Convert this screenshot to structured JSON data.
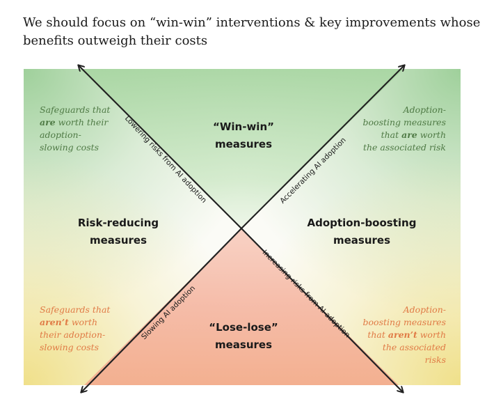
{
  "title": {
    "line1": "We should focus on “win-win” interventions & key improvements whose",
    "line2": "benefits outweigh their costs"
  },
  "quadrants": {
    "top": {
      "line1": "“Win-win”",
      "line2": "measures"
    },
    "left": {
      "line1": "Risk-reducing",
      "line2": "measures"
    },
    "right": {
      "line1": "Adoption-boosting",
      "line2": "measures"
    },
    "bottom": {
      "line1": "“Lose-lose”",
      "line2": "measures"
    }
  },
  "axes": {
    "upper_left": "Lowering risks from AI adoption",
    "upper_right": "Accelerating AI adoption",
    "lower_left": "Slowing AI adoption",
    "lower_right": "Increasing risks from AI adoption"
  },
  "notes": {
    "top_left": {
      "l1a": "Safeguards that",
      "l2a": "are",
      "l2b": " worth their",
      "l3": "adoption-",
      "l4": "slowing costs"
    },
    "top_right": {
      "l1": "Adoption-",
      "l2": "boosting measures",
      "l3a": "that ",
      "l3b": "are",
      "l3c": " worth",
      "l4": "the associated risk"
    },
    "bottom_left": {
      "l1": "Safeguards that",
      "l2a": "aren’t",
      "l2b": " worth",
      "l3": "their adoption-",
      "l4": "slowing costs"
    },
    "bottom_right": {
      "l1": "Adoption-",
      "l2": "boosting measures",
      "l3a": "that ",
      "l3b": "aren’t",
      "l3c": " worth",
      "l4": "the associated",
      "l5": "risks"
    }
  },
  "colors": {
    "win": "#9fd09b",
    "lose": "#f4b7a6",
    "yellow": "#f0e08a",
    "green_text": "#4f7a45",
    "orange_text": "#e07a45",
    "line": "#222222"
  }
}
